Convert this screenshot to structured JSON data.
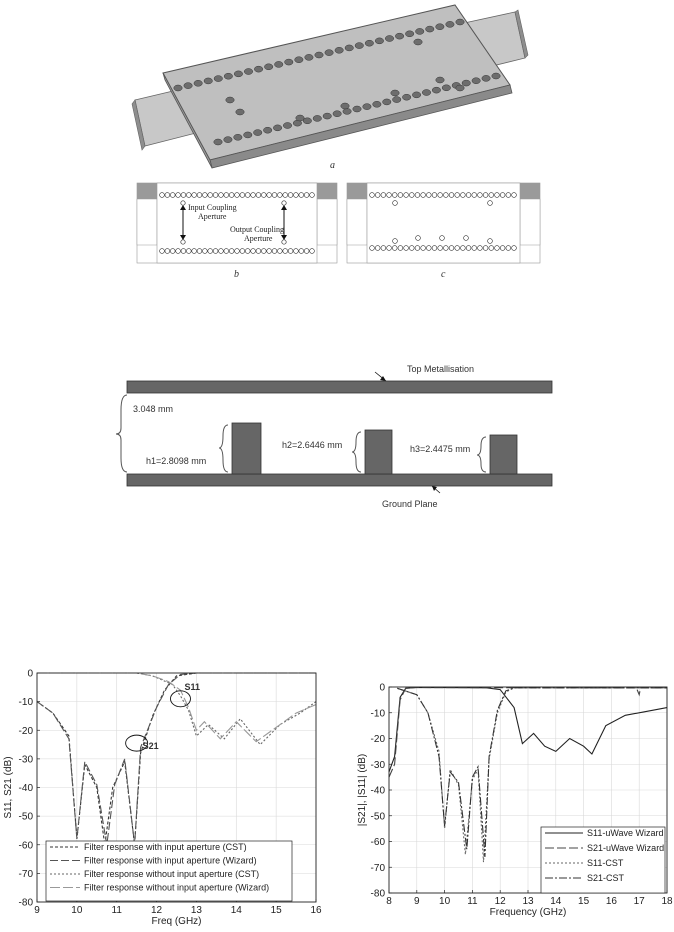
{
  "figure_a": {
    "label": "a"
  },
  "figure_b": {
    "label": "b",
    "input_aperture": "Input Coupling\nAperture",
    "output_aperture": "Output Coupling\nAperture"
  },
  "figure_c": {
    "label": "c"
  },
  "cross_section": {
    "top_label": "Top Metallisation",
    "bottom_label": "Ground Plane",
    "height_label": "3.048 mm",
    "h1": "h1=2.8098   mm",
    "h2": "h2=2.6446   mm",
    "h3": "h3=2.4475 mm"
  },
  "chart_data": [
    {
      "type": "line",
      "xlabel": "Freq (GHz)",
      "ylabel": "S11, S21 (dB)",
      "xlim": [
        9,
        16
      ],
      "ylim": [
        -80,
        0
      ],
      "xticks": [
        9,
        10,
        11,
        12,
        13,
        14,
        15,
        16
      ],
      "yticks": [
        0,
        -10,
        -20,
        -30,
        -40,
        -50,
        -60,
        -70,
        -80
      ],
      "grid": true,
      "legend_position": "bottom-left",
      "annotations": [
        "S11",
        "S21"
      ],
      "series": [
        {
          "name": "Filter response with input aperture (CST)",
          "color": "#333333",
          "dash": "3,2",
          "points": [
            [
              9,
              -10
            ],
            [
              9.4,
              -14
            ],
            [
              9.8,
              -22
            ],
            [
              10.0,
              -58
            ],
            [
              10.2,
              -32
            ],
            [
              10.5,
              -40
            ],
            [
              10.7,
              -60
            ],
            [
              10.9,
              -40
            ],
            [
              11.2,
              -31
            ],
            [
              11.45,
              -60
            ],
            [
              11.6,
              -28
            ],
            [
              11.9,
              -15
            ],
            [
              12.2,
              -6
            ],
            [
              12.5,
              -1
            ],
            [
              13,
              0
            ],
            [
              16,
              0
            ]
          ]
        },
        {
          "name": "Filter response with input aperture (Wizard)",
          "color": "#555555",
          "dash": "8,3",
          "points": [
            [
              9,
              -10
            ],
            [
              9.4,
              -14
            ],
            [
              9.8,
              -23
            ],
            [
              10.0,
              -58
            ],
            [
              10.2,
              -31
            ],
            [
              10.5,
              -39
            ],
            [
              10.75,
              -60
            ],
            [
              10.95,
              -39
            ],
            [
              11.2,
              -30
            ],
            [
              11.45,
              -60
            ],
            [
              11.6,
              -26
            ],
            [
              12.0,
              -12
            ],
            [
              12.3,
              -4
            ],
            [
              12.6,
              -0.5
            ],
            [
              13,
              0
            ],
            [
              16,
              0
            ]
          ]
        },
        {
          "name": "Filter response without input aperture (CST)",
          "color": "#666666",
          "dash": "2,2",
          "points": [
            [
              9,
              0
            ],
            [
              11.5,
              0
            ],
            [
              11.9,
              -1
            ],
            [
              12.4,
              -4
            ],
            [
              12.6,
              -8
            ],
            [
              12.8,
              -13
            ],
            [
              13.0,
              -22
            ],
            [
              13.3,
              -18
            ],
            [
              13.7,
              -23
            ],
            [
              14.1,
              -16
            ],
            [
              14.6,
              -25
            ],
            [
              15.1,
              -18
            ],
            [
              15.6,
              -14
            ],
            [
              16,
              -10
            ]
          ]
        },
        {
          "name": "Filter response without input aperture (Wizard)",
          "color": "#999999",
          "dash": "10,3",
          "points": [
            [
              9,
              0
            ],
            [
              11.5,
              0
            ],
            [
              11.9,
              -1
            ],
            [
              12.3,
              -3
            ],
            [
              12.6,
              -6
            ],
            [
              12.8,
              -12
            ],
            [
              13.0,
              -20
            ],
            [
              13.2,
              -17
            ],
            [
              13.6,
              -23
            ],
            [
              14.0,
              -17
            ],
            [
              14.5,
              -24
            ],
            [
              15.0,
              -19
            ],
            [
              15.5,
              -14
            ],
            [
              16,
              -11
            ]
          ]
        }
      ]
    },
    {
      "type": "line",
      "xlabel": "Frequency (GHz)",
      "ylabel": "|S21|, |S11| (dB)",
      "xlim": [
        8,
        18
      ],
      "ylim": [
        -80,
        0
      ],
      "xticks": [
        8,
        9,
        10,
        11,
        12,
        13,
        14,
        15,
        16,
        17,
        18
      ],
      "yticks": [
        0,
        -10,
        -20,
        -30,
        -40,
        -50,
        -60,
        -70,
        -80
      ],
      "grid": true,
      "legend_position": "bottom-right",
      "series": [
        {
          "name": "S11-uWave Wizard",
          "color": "#222222",
          "dash": "",
          "points": [
            [
              8,
              -33
            ],
            [
              8.2,
              -27
            ],
            [
              8.4,
              -4
            ],
            [
              8.6,
              -0.5
            ],
            [
              9,
              -0.2
            ],
            [
              11.5,
              -0.3
            ],
            [
              12.0,
              -1
            ],
            [
              12.5,
              -8
            ],
            [
              12.8,
              -22
            ],
            [
              13.2,
              -18
            ],
            [
              13.6,
              -23
            ],
            [
              14.0,
              -25
            ],
            [
              14.5,
              -20
            ],
            [
              15.0,
              -23
            ],
            [
              15.3,
              -26
            ],
            [
              15.8,
              -15
            ],
            [
              16.5,
              -11
            ],
            [
              17.5,
              -9
            ],
            [
              18,
              -8
            ]
          ]
        },
        {
          "name": "S21-uWave Wizard",
          "color": "#444444",
          "dash": "9,3",
          "points": [
            [
              8,
              -35
            ],
            [
              8.2,
              -30
            ],
            [
              8.4,
              -5
            ],
            [
              8.6,
              -0.5
            ],
            [
              9,
              -0.2
            ],
            [
              16.9,
              -0.4
            ],
            [
              17.0,
              -3
            ],
            [
              17.05,
              -0.4
            ],
            [
              18,
              -0.4
            ]
          ]
        },
        {
          "name": "S11-CST",
          "color": "#666666",
          "dash": "2,2",
          "points": [
            [
              8.3,
              -0.5
            ],
            [
              9,
              -3
            ],
            [
              9.4,
              -10
            ],
            [
              9.8,
              -25
            ],
            [
              10.0,
              -55
            ],
            [
              10.2,
              -32
            ],
            [
              10.5,
              -38
            ],
            [
              10.75,
              -65
            ],
            [
              11.0,
              -36
            ],
            [
              11.2,
              -32
            ],
            [
              11.4,
              -68
            ],
            [
              11.6,
              -28
            ],
            [
              11.9,
              -10
            ],
            [
              12.2,
              -2
            ],
            [
              12.5,
              -0.3
            ],
            [
              18,
              -0.3
            ]
          ]
        },
        {
          "name": "S21-CST",
          "color": "#333333",
          "dash": "8,2,2,2",
          "points": [
            [
              8.3,
              -0.5
            ],
            [
              9,
              -3
            ],
            [
              9.4,
              -10
            ],
            [
              9.8,
              -27
            ],
            [
              10.0,
              -54
            ],
            [
              10.2,
              -33
            ],
            [
              10.5,
              -37
            ],
            [
              10.8,
              -63
            ],
            [
              11.0,
              -35
            ],
            [
              11.2,
              -31
            ],
            [
              11.45,
              -66
            ],
            [
              11.6,
              -27
            ],
            [
              11.9,
              -9
            ],
            [
              12.2,
              -1.5
            ],
            [
              12.5,
              -0.3
            ],
            [
              18,
              -0.3
            ]
          ]
        }
      ]
    }
  ]
}
